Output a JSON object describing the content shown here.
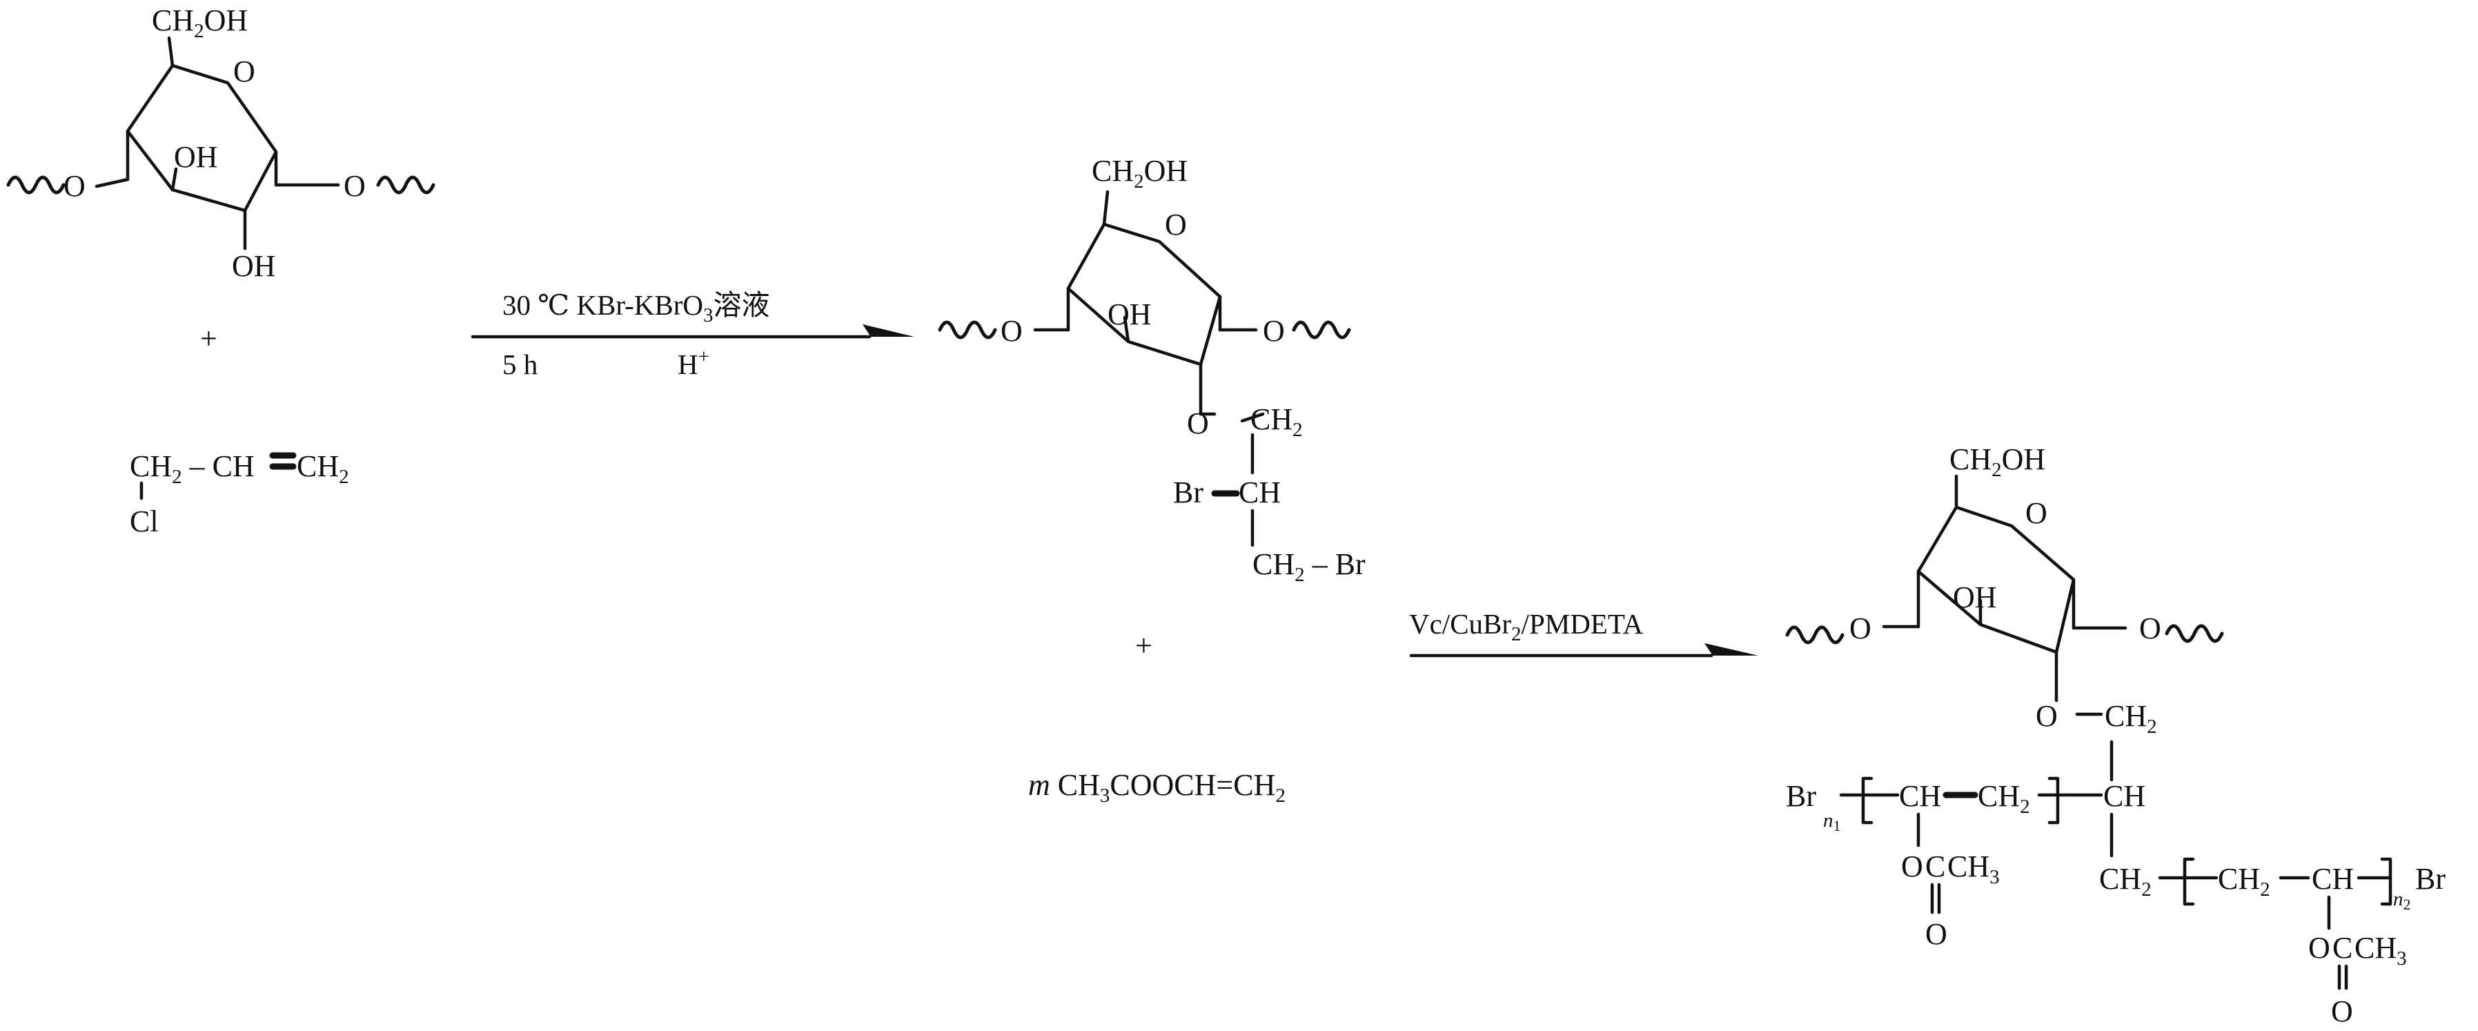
{
  "colors": {
    "ink": "#111111",
    "background": "#ffffff"
  },
  "scheme": {
    "reactant_1": {
      "group_ch2oh": "CH",
      "sub_2": "2",
      "group_oh_end": "OH",
      "ring_o": "O",
      "oh_3": "OH",
      "oh_2": "OH",
      "link_o": "O"
    },
    "plus": "+",
    "reactant_2": {
      "ch2": "CH",
      "sub_2": "2",
      "dash": "–",
      "ch": "CH",
      "double_bond": "=",
      "ch2_end": "CH",
      "cl": "Cl"
    },
    "step_1": {
      "condition_top_a": "30 ℃ KBr-KBrO",
      "condition_top_sub": "3",
      "condition_top_b": "溶液",
      "condition_bottom_left": "5 h",
      "condition_bottom_right": "H",
      "condition_bottom_sup": "+"
    },
    "intermediate": {
      "group_ch2oh": "CH",
      "sub_2": "2",
      "group_oh_end": "OH",
      "ring_o": "O",
      "oh_3": "OH",
      "link_o": "O",
      "side_o": "O",
      "ch2": "CH",
      "br": "Br",
      "ch": "CH",
      "dash": "–"
    },
    "reactant_3": {
      "coefficient": "m",
      "formula_a": "CH",
      "sub_3": "3",
      "formula_b": "COOCH=CH",
      "sub_2": "2"
    },
    "step_2": {
      "reagent_a": "Vc/CuBr",
      "reagent_sub": "2",
      "reagent_b": "/PMDETA"
    },
    "product": {
      "group_ch2oh": "CH",
      "sub_2": "2",
      "group_oh_end": "OH",
      "ring_o": "O",
      "oh_3": "OH",
      "link_o": "O",
      "side_o": "O",
      "ch2": "CH",
      "ch": "CH",
      "br": "Br",
      "n1_letter": "n",
      "n1_sub": "1",
      "n2_letter": "n",
      "n2_sub": "2",
      "ester_o": "O",
      "ester_c": "C",
      "ester_ch": "CH",
      "sub_3": "3",
      "carbonyl_o": "O"
    }
  }
}
